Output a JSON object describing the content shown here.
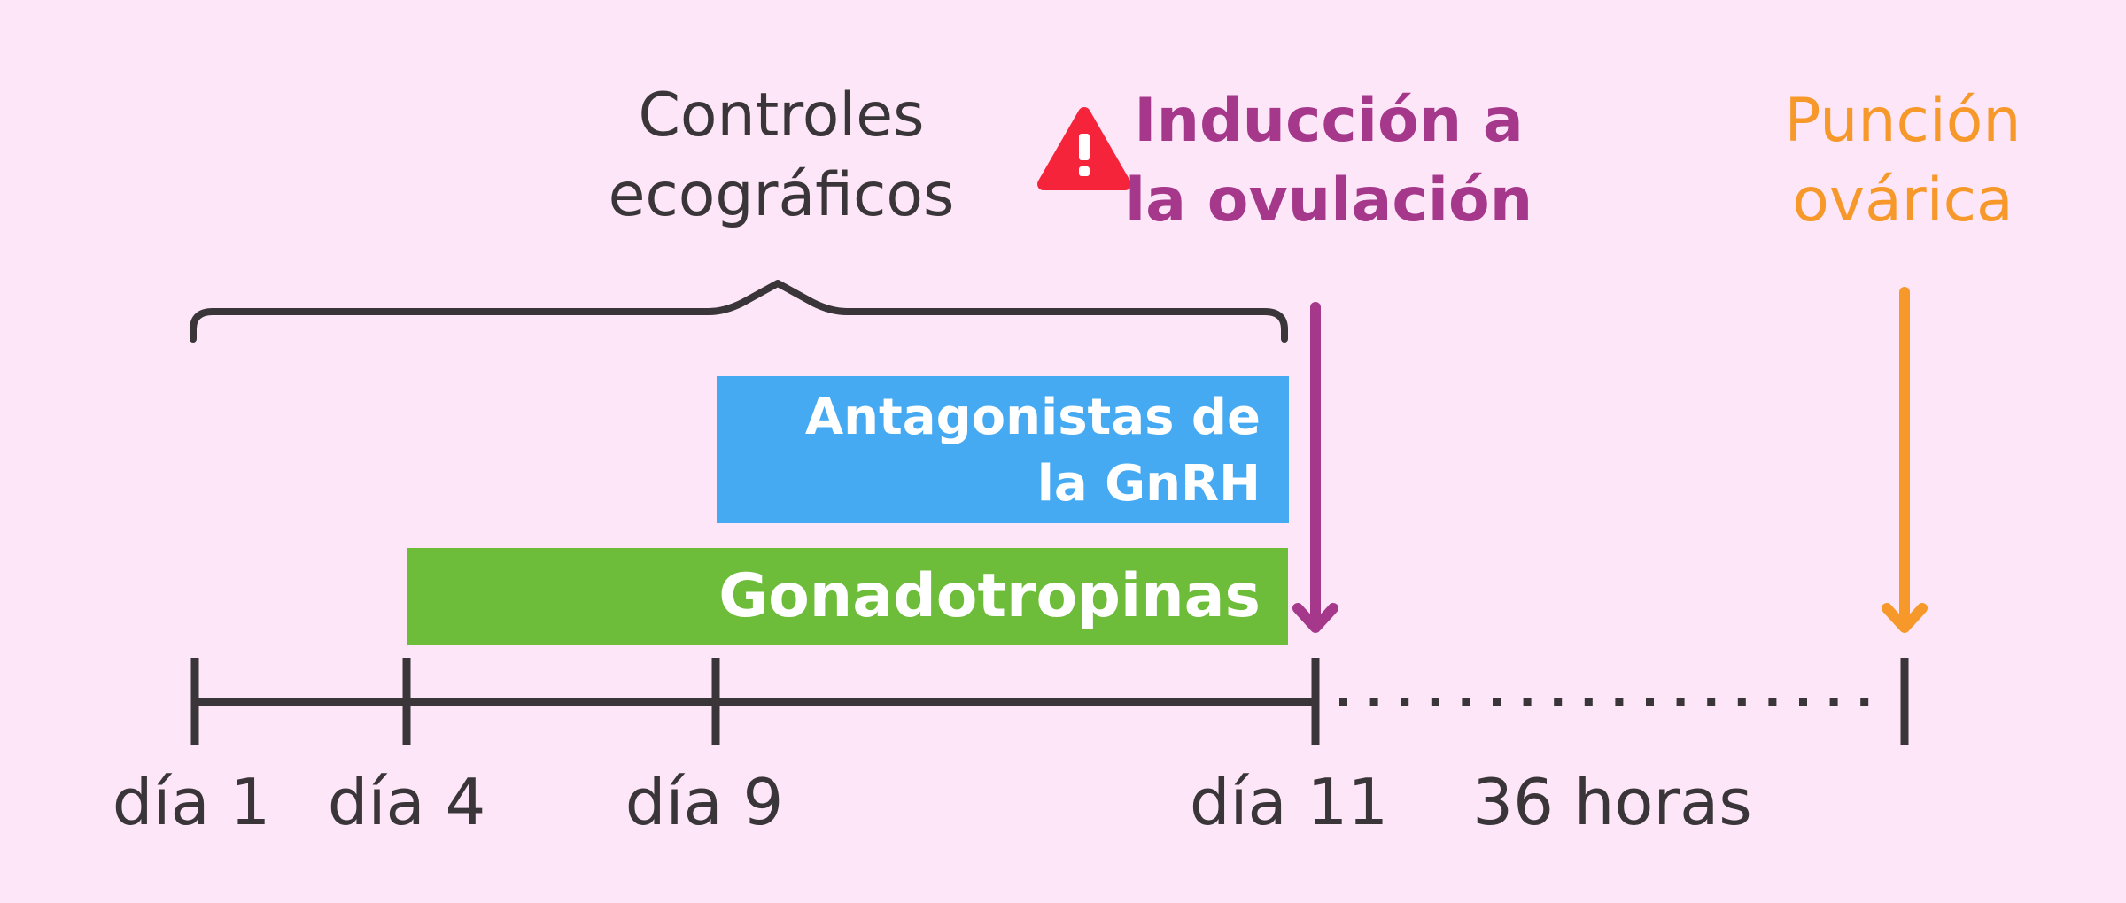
{
  "timeline": {
    "days": [
      {
        "key": "d1",
        "label": "día 1"
      },
      {
        "key": "d4",
        "label": "día 4"
      },
      {
        "key": "d9",
        "label": "día 9"
      },
      {
        "key": "d11",
        "label": "día 11"
      }
    ],
    "interval_label": "36 horas"
  },
  "headers": {
    "monitoring": {
      "line1": "Controles",
      "line2": "ecográficos"
    },
    "induction": {
      "line1": "Inducción a",
      "line2": "la ovulación"
    },
    "puncture": {
      "line1": "Punción",
      "line2": "ovárica"
    }
  },
  "bars": {
    "antagonists": {
      "line1": "Antagonistas de",
      "line2": "la GnRH"
    },
    "gonadotropins": {
      "label": "Gonadotropinas"
    }
  },
  "icons": {
    "warning": "warning-triangle-icon"
  },
  "colors": {
    "background": "#fde6f8",
    "axis": "#3a3539",
    "induction": "#a5388a",
    "puncture": "#f7982a",
    "antagonists": "#45aaf2",
    "gonadotropins": "#6ebd3a",
    "warning": "#f5243a"
  }
}
